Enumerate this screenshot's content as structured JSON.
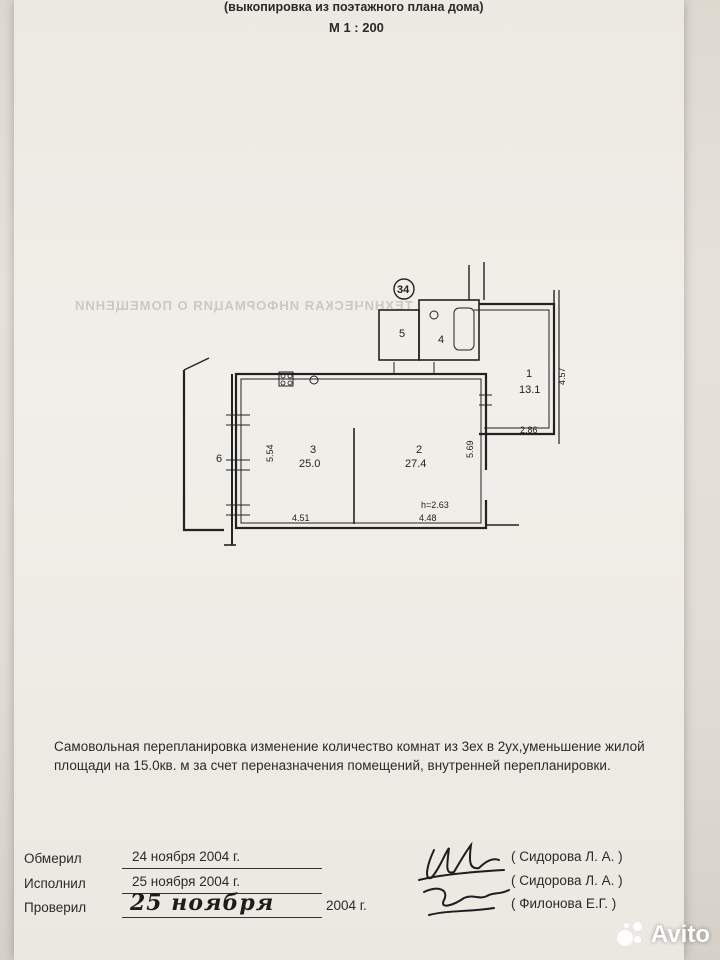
{
  "header": {
    "subtitle": "(выкопировка из поэтажного плана дома)",
    "scale": "М 1 : 200"
  },
  "plan": {
    "section_marker": "34",
    "rooms": [
      {
        "number": "1",
        "area": "13.1"
      },
      {
        "number": "2",
        "area": "27.4"
      },
      {
        "number": "3",
        "area": "25.0"
      },
      {
        "number": "4",
        "area": ""
      },
      {
        "number": "5",
        "area": ""
      },
      {
        "number": "6",
        "area": ""
      }
    ],
    "dimensions": {
      "room1_height": "4.57",
      "room1_width": "2.86",
      "room2_height": "5.69",
      "room3_height": "5.54",
      "room3_width": "4.51",
      "room2_width": "4.48",
      "ceiling": "h=2.63"
    }
  },
  "note": "Самовольная перепланировка изменение количество комнат из 3ех в 2ух,уменьшение жилой площади на 15.0кв. м за счет переназначения помещений, внутренней перепланировки.",
  "signoff": [
    {
      "label": "Обмерил",
      "date": "24 ноября 2004 г.",
      "name": "( Сидорова Л. А. )"
    },
    {
      "label": "Исполнил",
      "date": "25 ноября 2004 г.",
      "name": "( Сидорова Л. А. )"
    },
    {
      "label": "Проверил",
      "date_handwritten": "25 ноября",
      "year": "2004 г.",
      "name": "( Филонова Е.Г. )"
    }
  ],
  "watermark": "Avito",
  "colors": {
    "ink": "#2a2a2a",
    "paper": "#efece6"
  }
}
